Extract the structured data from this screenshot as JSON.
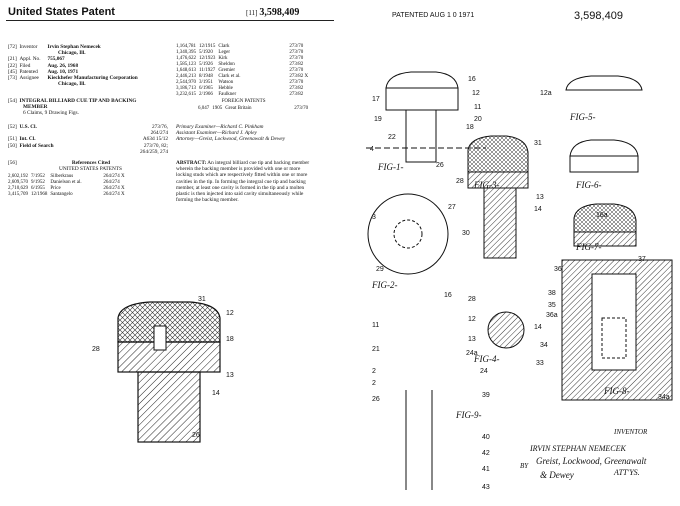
{
  "header": {
    "title": "United States Patent",
    "num_code": "[11]",
    "number": "3,598,409"
  },
  "fields": [
    {
      "code": "[72]",
      "label": "Inventor",
      "value": "Irvin Stephan Nemecek",
      "value2": "Chicago, Ill."
    },
    {
      "code": "[21]",
      "label": "Appl. No.",
      "value": "755,067"
    },
    {
      "code": "[22]",
      "label": "Filed",
      "value": "Aug. 26, 1968"
    },
    {
      "code": "[45]",
      "label": "Patented",
      "value": "Aug. 10, 1971"
    },
    {
      "code": "[73]",
      "label": "Assignee",
      "value": "Kieckhefer Manufacturing Corporation",
      "value2": "Chicago, Ill."
    }
  ],
  "title_block": {
    "code": "[54]",
    "l1": "INTEGRAL BILLIARD CUE TIP AND BACKING",
    "l2": "MEMBER",
    "l3": "6 Claims, 9 Drawing Figs."
  },
  "classes": [
    {
      "code": "[52]",
      "label": "U.S. Cl.",
      "v1": "273/76,",
      "v2": "264/274"
    },
    {
      "code": "[51]",
      "label": "Int. Cl.",
      "v1": "A63d 15/12"
    },
    {
      "code": "[50]",
      "label": "Field of Search",
      "v1": "273/70, 82;",
      "v2": "264/259, 274"
    }
  ],
  "refs": {
    "code": "[56]",
    "title": "References Cited",
    "sub": "UNITED STATES PATENTS",
    "rows": [
      [
        "2,602,192",
        "7/1952",
        "Silberkraus",
        "264/274 X"
      ],
      [
        "2,609,570",
        "9/1952",
        "Danielson et al.",
        "264/274"
      ],
      [
        "2,710,629",
        "6/1955",
        "Price",
        "264/274 X"
      ],
      [
        "3,415,709",
        "12/1968",
        "Santangelo",
        "264/274 X"
      ]
    ]
  },
  "refs_right": [
    [
      "1,164,781",
      "12/1915",
      "Clark",
      "273/70"
    ],
    [
      "1,340,395",
      "5/1920",
      "Leger",
      "273/70"
    ],
    [
      "1,476,622",
      "12/1923",
      "Kirk",
      "273/70"
    ],
    [
      "1,585,123",
      "5/1926",
      "Sheldon",
      "273/82"
    ],
    [
      "1,648,613",
      "11/1927",
      "Gremier",
      "273/70"
    ],
    [
      "2,446,213",
      "8/1948",
      "Clark et al.",
      "273/82 X"
    ],
    [
      "2,544,970",
      "3/1951",
      "Watson",
      "273/70"
    ],
    [
      "3,186,713",
      "6/1965",
      "Hebble",
      "273/82"
    ],
    [
      "3,232,615",
      "2/1966",
      "Faulkner",
      "273/82"
    ]
  ],
  "foreign": {
    "title": "FOREIGN PATENTS",
    "row": [
      "6,047",
      "1905",
      "Great Britain",
      "273/70"
    ]
  },
  "examiners": {
    "l1": "Primary Examiner—Richard C. Pinkham",
    "l2": "Assistant Examiner—Richard J. Apley",
    "l3": "Attorney—Greist, Lockwood, Greenawalt & Dewey"
  },
  "abstract": {
    "head": "ABSTRACT:",
    "lines": [
      "An integral billiard cue tip and backing member",
      "wherein the backing member is provided with one or more",
      "locking studs which are respectively fitted within one or more",
      "cavities in the tip. In forming the integral cue tip and backing",
      "member, at least one cavity is formed in the tip and a molten",
      "plastic is then injected into said cavity simultaneously while",
      "forming the backing member."
    ]
  },
  "front_fig_labels": {
    "a": "31",
    "b": "12",
    "c": "18",
    "d": "28",
    "e": "13",
    "f": "14",
    "g": "26"
  },
  "sheet": {
    "patented": "PATENTED AUG 1 0 1971",
    "number": "3,598,409"
  },
  "fig_labels": {
    "f1": "FIG-1-",
    "f2": "FIG-2-",
    "f3": "FIG-3-",
    "f4": "FIG-4-",
    "f5": "FIG-5-",
    "f6": "FIG-6-",
    "f7": "FIG-7-",
    "f8": "FIG-8-",
    "f9": "FIG-9-"
  },
  "refnums": {
    "n16": "16",
    "n17": "17",
    "n19": "19",
    "n12": "12",
    "n11": "11",
    "n20": "20",
    "n18": "18",
    "n22": "22",
    "n4": "4",
    "n26": "26",
    "n31": "31",
    "n28": "28",
    "n14": "14",
    "n13": "13",
    "n3": "3",
    "n27": "27",
    "n30": "30",
    "n29": "29",
    "n12a": "12a",
    "n16a": "16a",
    "n37": "37",
    "n36": "36",
    "n38": "38",
    "n35": "35",
    "n36a": "36a",
    "n34": "34",
    "n33": "33",
    "n34a": "34a",
    "n24a": "24a",
    "n21": "21",
    "n2": "2",
    "n24": "24",
    "n39": "39",
    "n40": "40",
    "n42": "42",
    "n41": "41",
    "n43": "43",
    "n_left2": "2",
    "n_left26": "26",
    "n_left11": "11",
    "n_left16": "16",
    "n_left28": "28",
    "n_left12": "12",
    "n_left13": "13",
    "n_left14": "14"
  },
  "inventor": {
    "label": "INVENTOR",
    "name": "IRVIN STEPHAN NEMECEK",
    "by": "BY",
    "sig": "Greist, Lockwood, Greenawalt",
    "sig2": "& Dewey",
    "atty": "ATT'YS."
  }
}
